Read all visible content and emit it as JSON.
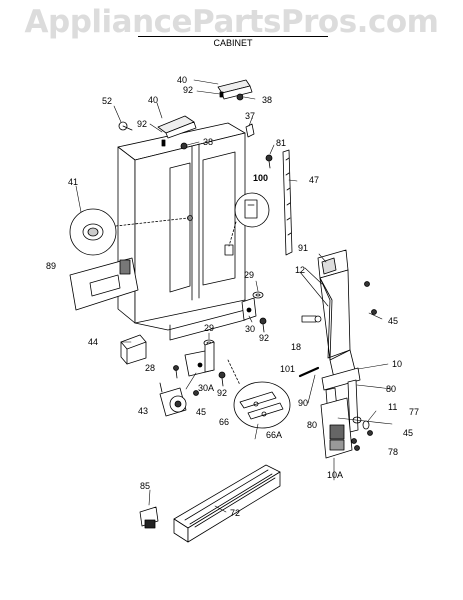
{
  "watermark": "AppliancePartsPros.com",
  "title": "CABINET",
  "callouts": {
    "c40a": "40",
    "c92a": "92",
    "c38a": "38",
    "c52": "52",
    "c40b": "40",
    "c37": "37",
    "c92b": "92",
    "c38b": "38",
    "c81": "81",
    "c100": "100",
    "c47": "47",
    "c41": "41",
    "c91": "91",
    "c12": "12",
    "c89": "89",
    "c29a": "29",
    "c45a": "45",
    "c30": "30",
    "c92c": "92",
    "c18": "18",
    "c29b": "29",
    "c44": "44",
    "c10": "10",
    "c28": "28",
    "c30A": "30A",
    "c101": "101",
    "c92d": "92",
    "c80a": "80",
    "c43": "43",
    "c45b": "45",
    "c90": "90",
    "c11": "11",
    "c77": "77",
    "c66": "66",
    "c66A": "66A",
    "c45c": "45",
    "c80b": "80",
    "c78": "78",
    "c10A": "10A",
    "c85": "85",
    "c72": "72"
  }
}
